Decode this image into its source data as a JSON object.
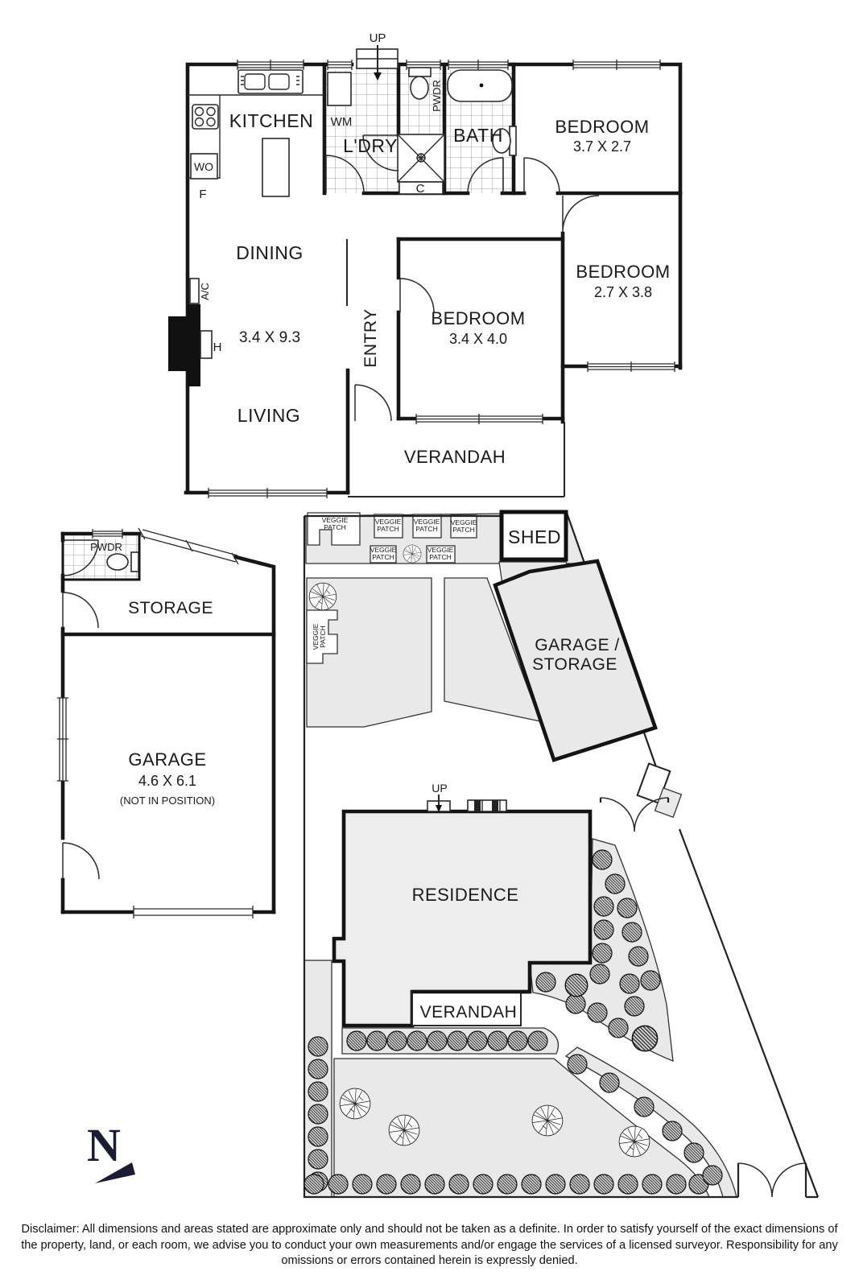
{
  "floorplan": {
    "rooms": {
      "kitchen": "KITCHEN",
      "dining": "DINING",
      "living": "LIVING",
      "living_dim": "3.4 X 9.3",
      "entry": "ENTRY",
      "ldry": "L'DRY",
      "bath": "BATH",
      "bed1": "BEDROOM",
      "bed1_dim": "3.7 X 2.7",
      "bed2": "BEDROOM",
      "bed2_dim": "2.7 X 3.8",
      "bed3": "BEDROOM",
      "bed3_dim": "3.4 X 4.0",
      "verandah": "VERANDAH"
    },
    "small": {
      "wm": "WM",
      "wo": "WO",
      "f": "F",
      "c": "C",
      "h": "H",
      "ac": "A/C",
      "pwdr": "PWDR",
      "up": "UP"
    }
  },
  "siteplan": {
    "shed": "SHED",
    "pwdr": "PWDR",
    "storage": "STORAGE",
    "garage": "GARAGE",
    "garage_dim": "4.6 X 6.1",
    "garage_note": "(NOT IN POSITION)",
    "garage_storage_1": "GARAGE /",
    "garage_storage_2": "STORAGE",
    "residence": "RESIDENCE",
    "verandah": "VERANDAH",
    "up": "UP",
    "veggie": {
      "l1": "VEGGIE",
      "l2": "PATCH"
    }
  },
  "compass": {
    "n": "N"
  },
  "disclaimer": "Disclaimer: All dimensions and areas stated are approximate only and should not be taken as a definite. In order to satisfy yourself of the exact dimensions of the property, land, or each room, we advise you to conduct your own measurements and/or engage the services of a licensed surveyor. Responsibility for any omissions or errors contained herein is expressly denied.",
  "colors": {
    "wall": "#1a1a1a",
    "area_fill": "#e9e9e9",
    "residence_fill": "#ededed",
    "north_arrow": "#1b1b33"
  }
}
